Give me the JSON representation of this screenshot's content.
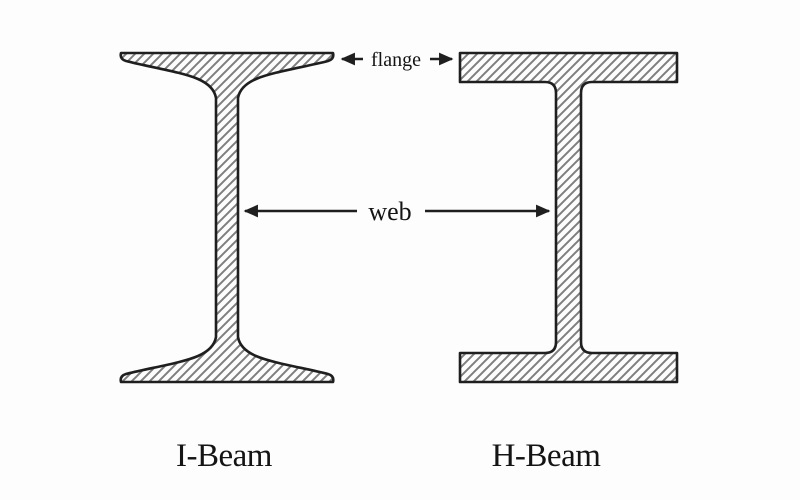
{
  "diagram": {
    "type": "beam-cross-section-comparison",
    "annotations": {
      "flange_label": "flange",
      "web_label": "web"
    },
    "figures": [
      {
        "name": "i-beam",
        "caption": "I-Beam"
      },
      {
        "name": "h-beam",
        "caption": "H-Beam"
      }
    ],
    "colors": {
      "outline": "#1f1f1f",
      "hatch_line": "#7f7f7f",
      "text": "#141414",
      "background": "#fdfdfd"
    }
  }
}
